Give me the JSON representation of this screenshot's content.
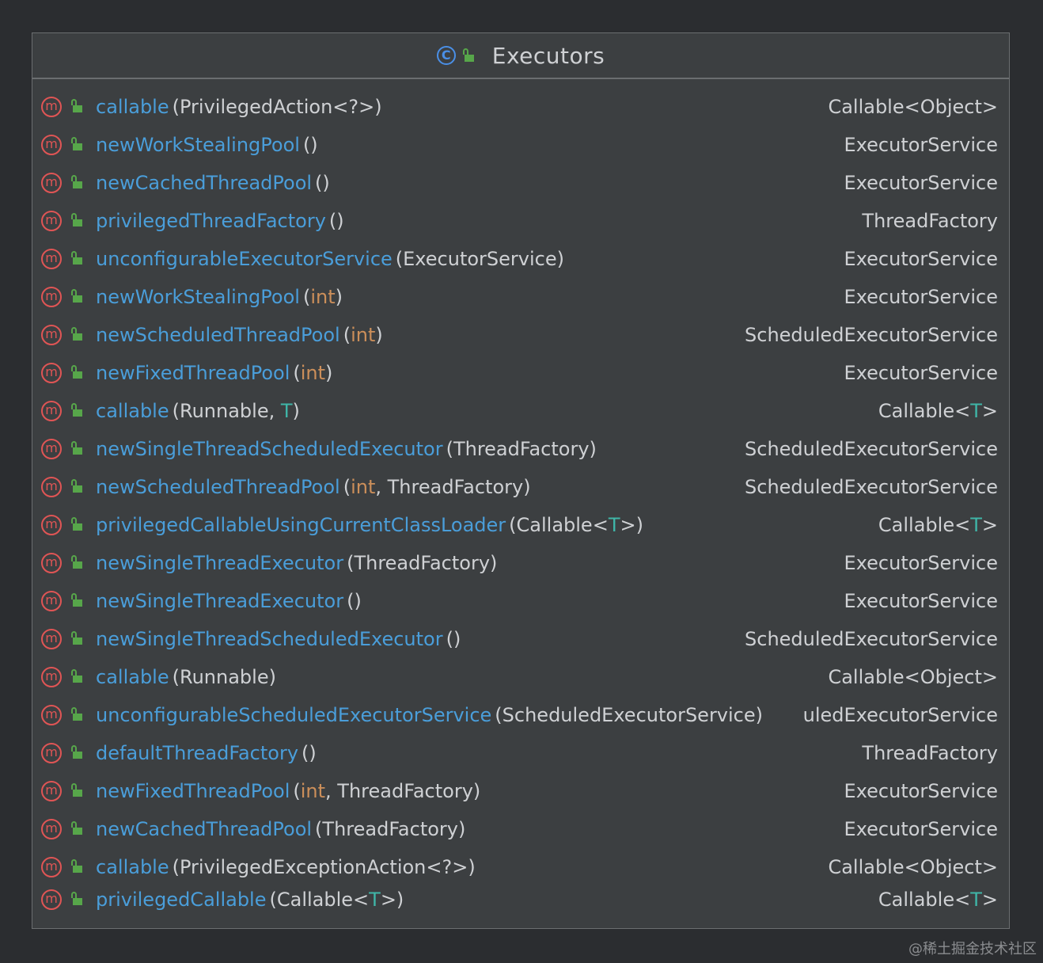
{
  "class": {
    "icon": "class-icon",
    "icon_letter": "C",
    "name": "Executors"
  },
  "colors": {
    "method_name": "#4a9eda",
    "text": "#cfd1d4",
    "keyword": "#cc8f5a",
    "type_param": "#3fb6a8",
    "method_icon": "#e05555",
    "lock_icon": "#57a64a",
    "class_icon": "#4a8fe6"
  },
  "methods": [
    {
      "name": "callable",
      "params": [
        {
          "t": "(PrivilegedAction<?>)"
        }
      ],
      "ret": [
        {
          "t": "Callable<Object>"
        }
      ]
    },
    {
      "name": "newWorkStealingPool",
      "params": [
        {
          "t": "()"
        }
      ],
      "ret": [
        {
          "t": "ExecutorService"
        }
      ]
    },
    {
      "name": "newCachedThreadPool",
      "params": [
        {
          "t": "()"
        }
      ],
      "ret": [
        {
          "t": "ExecutorService"
        }
      ]
    },
    {
      "name": "privilegedThreadFactory",
      "params": [
        {
          "t": "()"
        }
      ],
      "ret": [
        {
          "t": "ThreadFactory"
        }
      ]
    },
    {
      "name": "unconfigurableExecutorService",
      "params": [
        {
          "t": "(ExecutorService)"
        }
      ],
      "ret": [
        {
          "t": "ExecutorService"
        }
      ]
    },
    {
      "name": "newWorkStealingPool",
      "params": [
        {
          "t": "("
        },
        {
          "t": "int",
          "c": "kw"
        },
        {
          "t": ")"
        }
      ],
      "ret": [
        {
          "t": "ExecutorService"
        }
      ]
    },
    {
      "name": "newScheduledThreadPool",
      "params": [
        {
          "t": "("
        },
        {
          "t": "int",
          "c": "kw"
        },
        {
          "t": ")"
        }
      ],
      "ret": [
        {
          "t": "ScheduledExecutorService"
        }
      ]
    },
    {
      "name": "newFixedThreadPool",
      "params": [
        {
          "t": "("
        },
        {
          "t": "int",
          "c": "kw"
        },
        {
          "t": ")"
        }
      ],
      "ret": [
        {
          "t": "ExecutorService"
        }
      ]
    },
    {
      "name": "callable",
      "params": [
        {
          "t": "(Runnable, "
        },
        {
          "t": "T",
          "c": "tp"
        },
        {
          "t": ")"
        }
      ],
      "ret": [
        {
          "t": "Callable<"
        },
        {
          "t": "T",
          "c": "tp"
        },
        {
          "t": ">"
        }
      ]
    },
    {
      "name": "newSingleThreadScheduledExecutor",
      "params": [
        {
          "t": "(ThreadFactory)"
        }
      ],
      "ret": [
        {
          "t": "ScheduledExecutorService"
        }
      ]
    },
    {
      "name": "newScheduledThreadPool",
      "params": [
        {
          "t": "("
        },
        {
          "t": "int",
          "c": "kw"
        },
        {
          "t": ", ThreadFactory)"
        }
      ],
      "ret": [
        {
          "t": "ScheduledExecutorService"
        }
      ]
    },
    {
      "name": "privilegedCallableUsingCurrentClassLoader",
      "params": [
        {
          "t": "(Callable<"
        },
        {
          "t": "T",
          "c": "tp"
        },
        {
          "t": ">)"
        }
      ],
      "ret": [
        {
          "t": "Callable<"
        },
        {
          "t": "T",
          "c": "tp"
        },
        {
          "t": ">"
        }
      ]
    },
    {
      "name": "newSingleThreadExecutor",
      "params": [
        {
          "t": "(ThreadFactory)"
        }
      ],
      "ret": [
        {
          "t": "ExecutorService"
        }
      ]
    },
    {
      "name": "newSingleThreadExecutor",
      "params": [
        {
          "t": "()"
        }
      ],
      "ret": [
        {
          "t": "ExecutorService"
        }
      ]
    },
    {
      "name": "newSingleThreadScheduledExecutor",
      "params": [
        {
          "t": "()"
        }
      ],
      "ret": [
        {
          "t": "ScheduledExecutorService"
        }
      ]
    },
    {
      "name": "callable",
      "params": [
        {
          "t": "(Runnable)"
        }
      ],
      "ret": [
        {
          "t": "Callable<Object>"
        }
      ]
    },
    {
      "name": "unconfigurableScheduledExecutorService",
      "params": [
        {
          "t": "(ScheduledExecutorService)"
        }
      ],
      "ret": [
        {
          "t": "uledExecutorService"
        }
      ]
    },
    {
      "name": "defaultThreadFactory",
      "params": [
        {
          "t": "()"
        }
      ],
      "ret": [
        {
          "t": "ThreadFactory"
        }
      ]
    },
    {
      "name": "newFixedThreadPool",
      "params": [
        {
          "t": "("
        },
        {
          "t": "int",
          "c": "kw"
        },
        {
          "t": ", ThreadFactory)"
        }
      ],
      "ret": [
        {
          "t": "ExecutorService"
        }
      ]
    },
    {
      "name": "newCachedThreadPool",
      "params": [
        {
          "t": "(ThreadFactory)"
        }
      ],
      "ret": [
        {
          "t": "ExecutorService"
        }
      ]
    },
    {
      "name": "callable",
      "params": [
        {
          "t": "(PrivilegedExceptionAction<?>)"
        }
      ],
      "ret": [
        {
          "t": "Callable<Object>"
        }
      ]
    },
    {
      "name": "privilegedCallable",
      "params": [
        {
          "t": "(Callable<"
        },
        {
          "t": "T",
          "c": "tp"
        },
        {
          "t": ">)"
        }
      ],
      "ret": [
        {
          "t": "Callable<"
        },
        {
          "t": "T",
          "c": "tp"
        },
        {
          "t": ">"
        }
      ]
    }
  ],
  "method_icon_letter": "m",
  "watermark": "@稀土掘金技术社区"
}
